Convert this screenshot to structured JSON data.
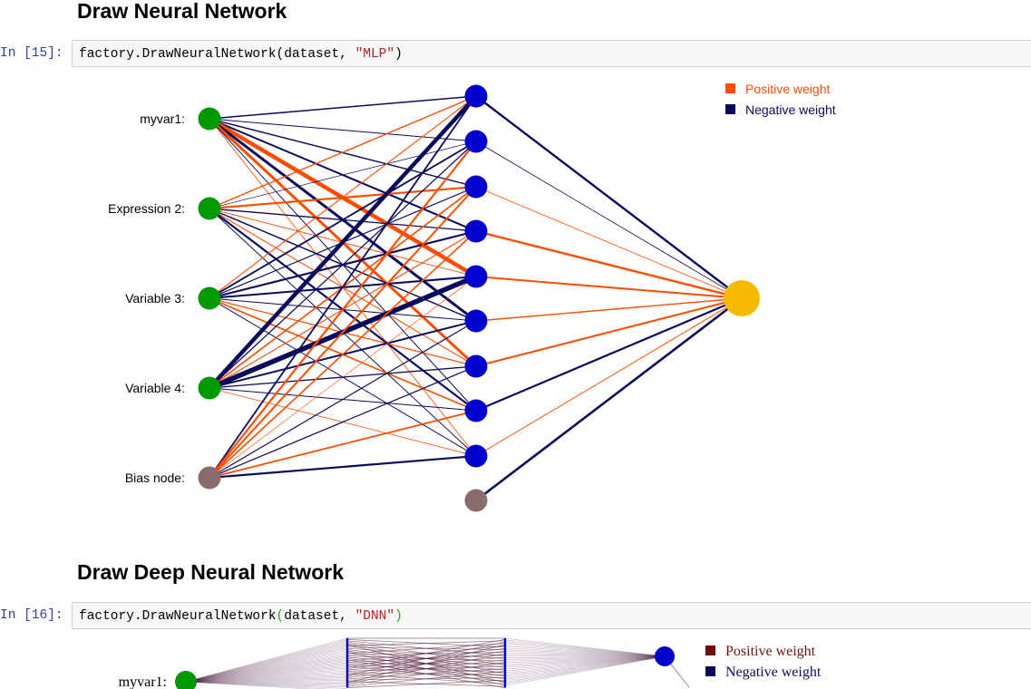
{
  "cell1": {
    "heading": "Draw Neural Network",
    "prompt": "In [15]:",
    "code": {
      "prefix": "factory.DrawNeuralNetwork(dataset, ",
      "string": "\"MLP\"",
      "suffix": ")"
    }
  },
  "cell2": {
    "heading": "Draw Deep Neural Network",
    "prompt": "In [16]:",
    "code": {
      "prefix": "factory.DrawNeuralNetwork",
      "open_paren": "(",
      "middle": "dataset, ",
      "string": "\"DNN\"",
      "close_paren": ")"
    }
  },
  "mlp": {
    "input_labels": [
      "myvar1:",
      "Expression 2:",
      "Variable 3:",
      "Variable 4:",
      "Bias node:"
    ],
    "hidden_node_count": 9,
    "legend": {
      "positive": "Positive weight",
      "negative": "Negative weight"
    },
    "colors": {
      "input_node": "#009900",
      "bias_node": "#8c6b6f",
      "hidden_node": "#0000cc",
      "output_node": "#f5bb00",
      "positive_weight": "#ff4d00",
      "negative_weight": "#0a0a5c"
    }
  },
  "dnn": {
    "input_labels": [
      "myvar1:"
    ],
    "legend": {
      "positive": "Positive weight",
      "negative": "Negative weight"
    },
    "colors": {
      "positive_weight": "#6b0f0f",
      "negative_weight": "#0a0a5c",
      "input_node": "#009900",
      "hidden_node": "#0000cc"
    }
  }
}
